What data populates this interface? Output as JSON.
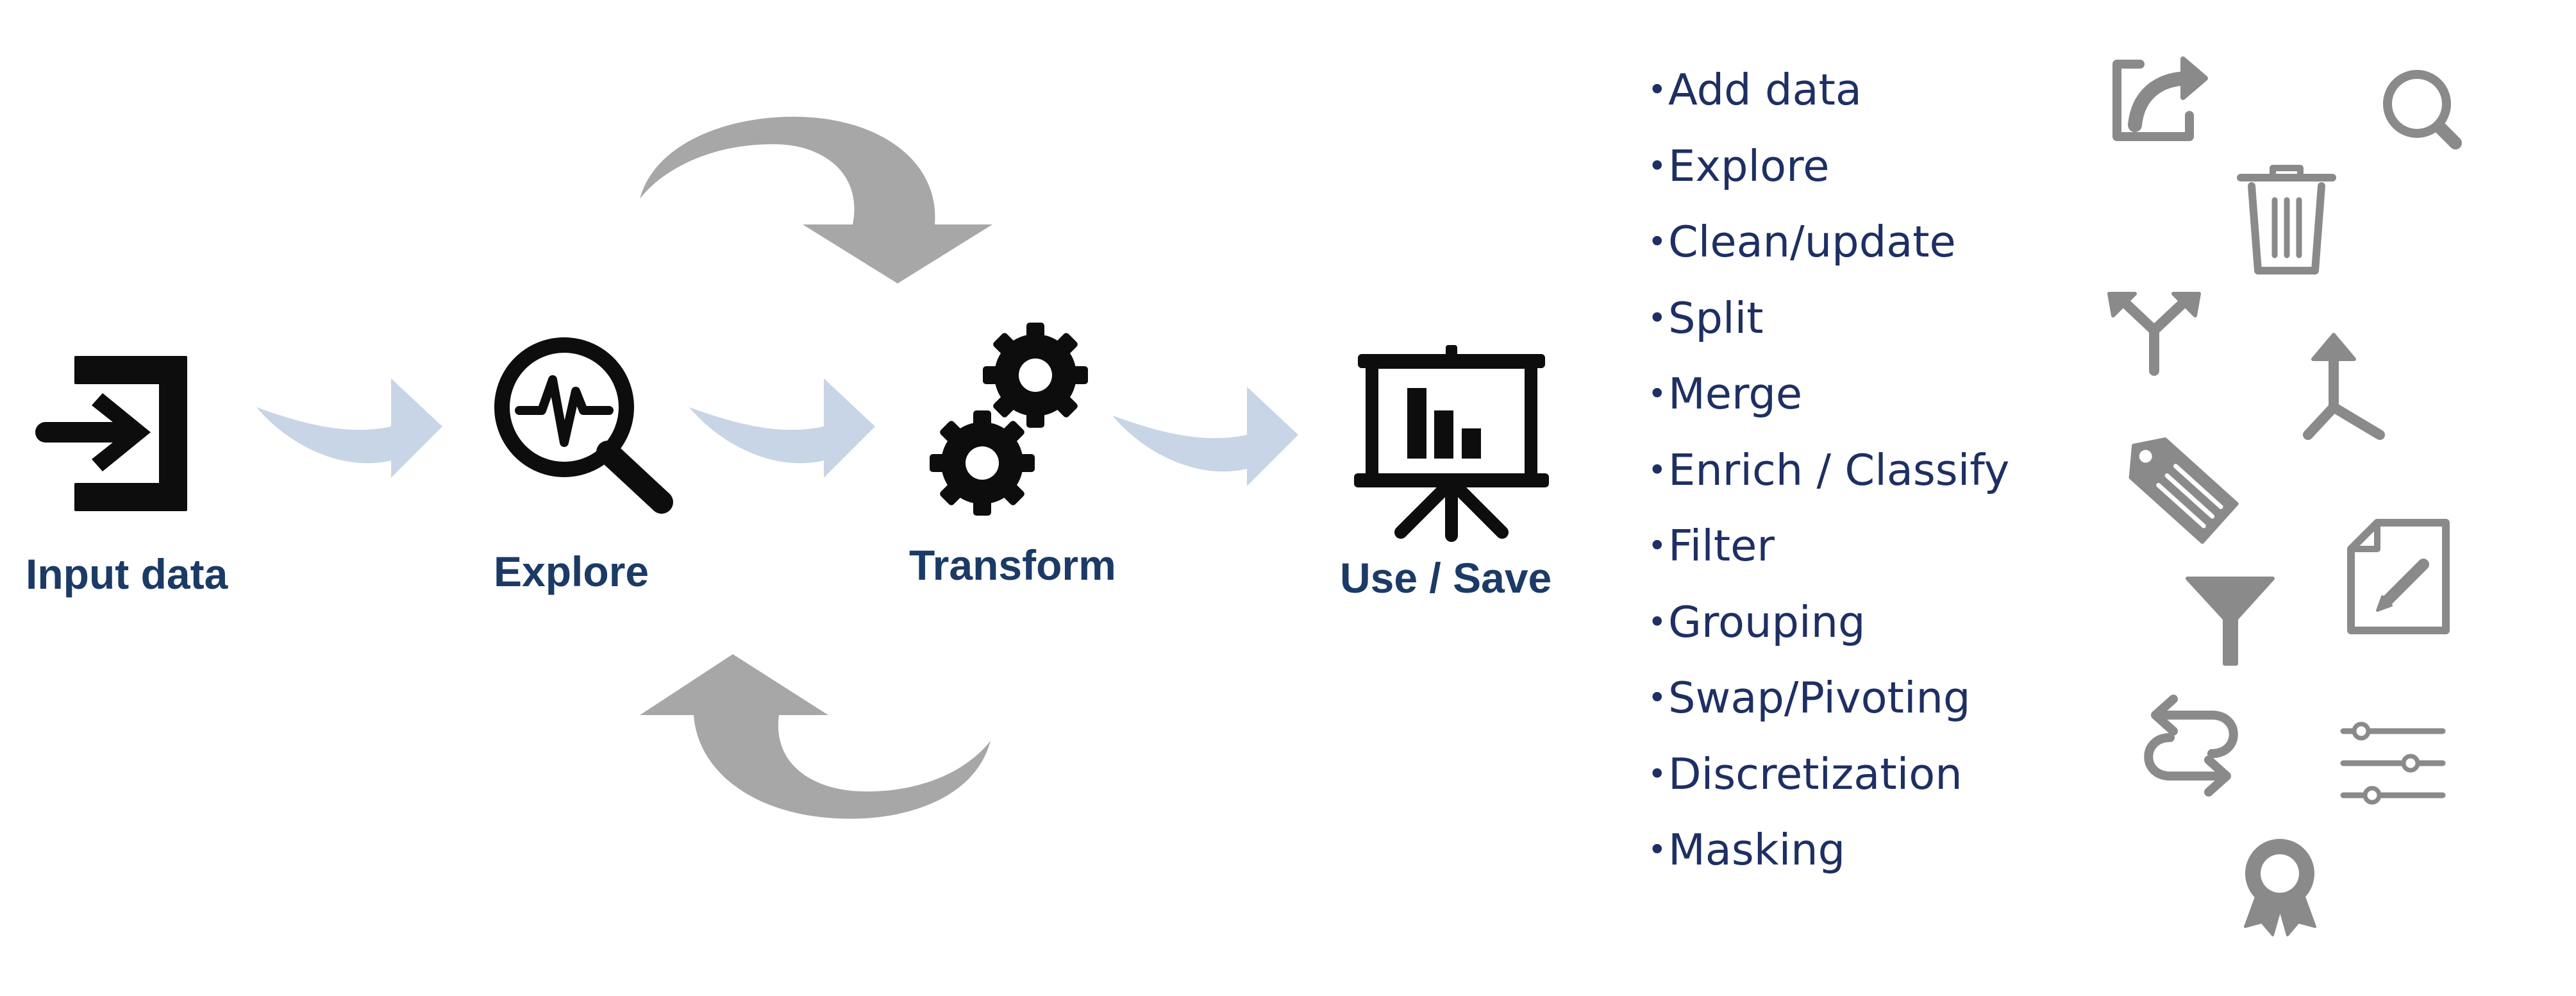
{
  "stages": {
    "input": "Input data",
    "explore": "Explore",
    "transform": "Transform",
    "use_save": "Use / Save"
  },
  "operations": [
    "Add data",
    "Explore",
    "Clean/update",
    "Split",
    "Merge",
    "Enrich / Classify",
    "Filter",
    "Grouping",
    "Swap/Pivoting",
    "Discretization",
    "Masking"
  ],
  "icons": {
    "stage_icons": [
      "sign-in-icon",
      "analytics-magnifier-icon",
      "gears-icon",
      "presentation-board-icon"
    ],
    "operation_icons": [
      "share-export-icon",
      "search-icon",
      "trash-icon",
      "split-icon",
      "merge-icon",
      "tag-icon",
      "edit-document-icon",
      "filter-icon",
      "swap-icon",
      "sliders-icon",
      "award-ribbon-icon"
    ]
  },
  "colors": {
    "stage_label": "#1b3a66",
    "operation_text": "#1e2f63",
    "flow_arrow": "#c8d5e6",
    "cycle_arrow": "#a7a7a7",
    "operation_icon": "#8a8a8a",
    "stage_icon": "#0d0d0d"
  }
}
